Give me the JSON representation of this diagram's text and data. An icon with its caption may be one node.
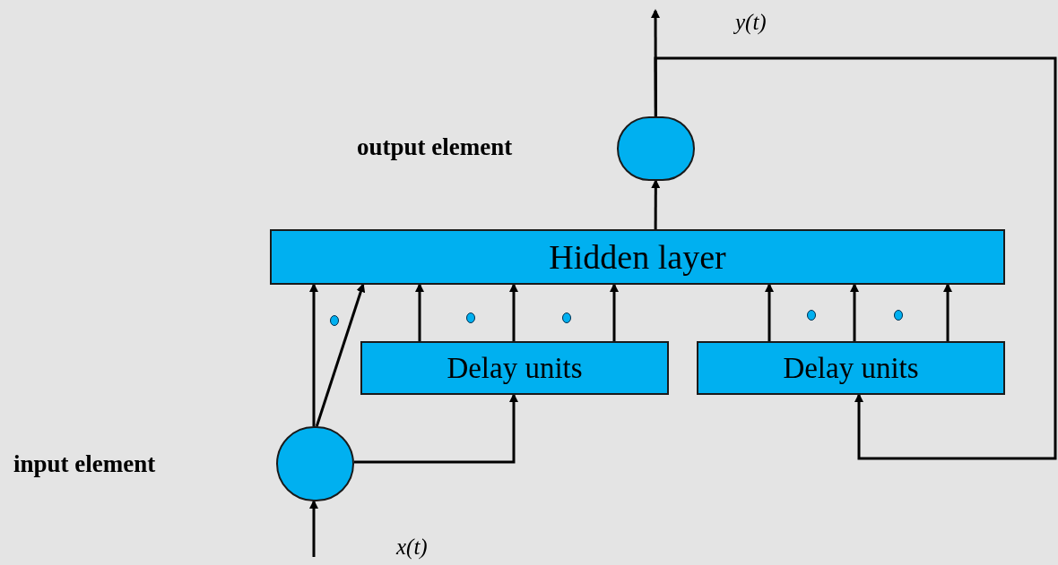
{
  "diagram": {
    "nodes": [
      {
        "text": [
          "Hidden layer"
        ]
      },
      {
        "text": [],
        "shape": "circle"
      },
      {
        "text": [],
        "shape": "circle"
      },
      {
        "text": [
          "Delay units"
        ]
      },
      {
        "text": [
          "Delay units"
        ]
      }
    ],
    "edges": [
      {
        "from": 1,
        "to": null,
        "arrow": "to"
      },
      {
        "from": 1,
        "to": 4,
        "arrow": "to"
      },
      {
        "from": 0,
        "to": 1,
        "arrow": "to"
      },
      {
        "from": null,
        "to": 2,
        "arrow": "to"
      },
      {
        "from": 2,
        "to": 0,
        "arrow": "to"
      },
      {
        "from": 2,
        "to": 0,
        "arrow": "to"
      },
      {
        "from": 2,
        "to": 3,
        "arrow": "to"
      },
      {
        "from": 3,
        "to": 0,
        "arrow": "to"
      },
      {
        "from": 3,
        "to": 0,
        "arrow": "to"
      },
      {
        "from": 3,
        "to": 0,
        "arrow": "to"
      },
      {
        "from": 4,
        "to": 0,
        "arrow": "to"
      },
      {
        "from": 4,
        "to": 0,
        "arrow": "to"
      },
      {
        "from": 4,
        "to": 0,
        "arrow": "to"
      }
    ],
    "labels": [
      "y(t)",
      "output element",
      "input element",
      "x(t)"
    ]
  }
}
